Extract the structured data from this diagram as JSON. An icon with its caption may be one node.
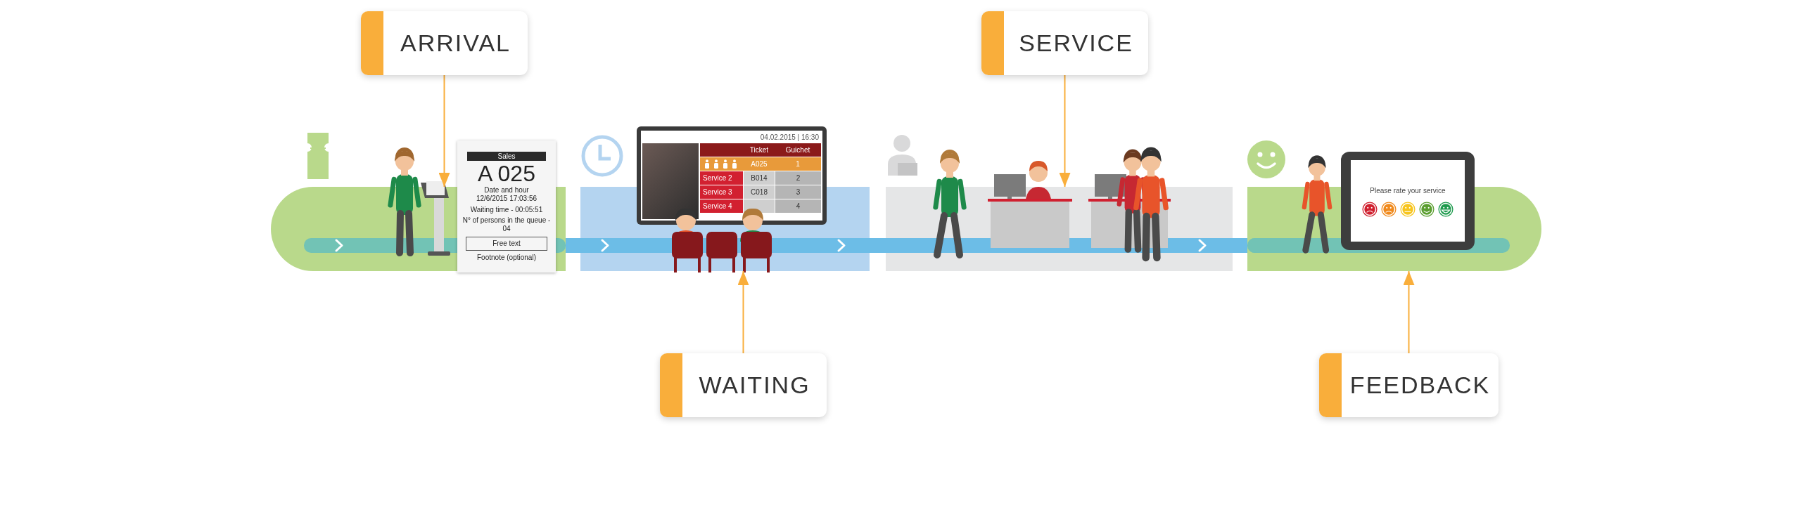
{
  "diagram": {
    "nodes": [
      {
        "text": [
          "ARRIVAL"
        ]
      },
      {
        "text": [
          "SERVICE"
        ]
      },
      {
        "text": [],
        "shape": "band"
      },
      {
        "text": [],
        "shape": "band"
      },
      {
        "text": [],
        "shape": "band"
      },
      {
        "text": [],
        "shape": "band"
      },
      {
        "text": [
          "WAITING"
        ]
      },
      {
        "text": [
          "FEEDBACK"
        ]
      }
    ],
    "edges": [
      {
        "from": 0,
        "to": 2,
        "arrow": "to"
      },
      {
        "from": 1,
        "to": 4,
        "arrow": "to"
      },
      {
        "from": 6,
        "to": 3,
        "arrow": "to"
      },
      {
        "from": 7,
        "to": 5,
        "arrow": "to"
      }
    ],
    "labels": [
      "Sales",
      "A 025",
      "Date and hour",
      "12/6/2015 17:03:56",
      "Waiting time - 00:05:51",
      "N° of persons in the queue - 04",
      "Free text",
      "Footnote (optional)",
      "04.02.2015 | 16:30",
      "Ticket",
      "Guichet",
      "A025",
      "1",
      "Service 2",
      "B014",
      "2",
      "Service 3",
      "C018",
      "3",
      "Service 4",
      "4",
      "Please rate your service"
    ]
  }
}
